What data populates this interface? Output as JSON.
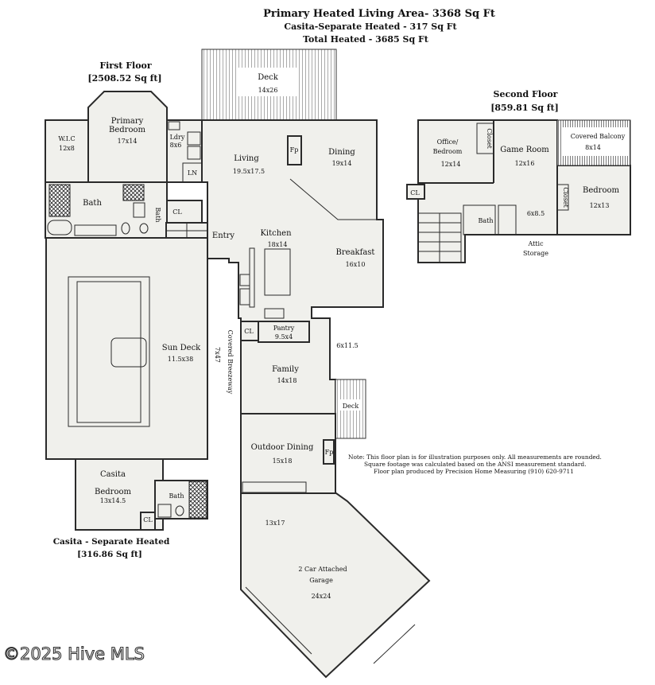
{
  "header": {
    "line1": "Primary Heated Living Area- 3368 Sq Ft",
    "line2": "Casita-Separate Heated - 317 Sq Ft",
    "line3": "Total Heated - 3685 Sq Ft"
  },
  "first_floor": {
    "title": "First Floor",
    "area": "[2508.52 Sq ft]"
  },
  "second_floor": {
    "title": "Second Floor",
    "area": "[859.81 Sq ft]"
  },
  "casita_section": {
    "title": "Casita - Separate Heated",
    "area": "[316.86 Sq ft]"
  },
  "rooms": {
    "deck_top": {
      "name": "Deck",
      "size": "14x26"
    },
    "wic": {
      "name": "W.I.C",
      "size": "12x8"
    },
    "primary_bedroom": {
      "name": "Primary\nBedroom",
      "name1": "Primary",
      "name2": "Bedroom",
      "size": "17x14"
    },
    "laundry": {
      "name": "Ldry",
      "size": "8x6"
    },
    "ln": {
      "name": "LN"
    },
    "living": {
      "name": "Living",
      "size": "19.5x17.5"
    },
    "fireplace_living": {
      "name": "Fp"
    },
    "dining": {
      "name": "Dining",
      "size": "19x14"
    },
    "bath_primary": {
      "name": "Bath"
    },
    "bath_small": {
      "name": "Bath"
    },
    "cl_first": {
      "name": "CL"
    },
    "entry": {
      "name": "Entry"
    },
    "kitchen": {
      "name": "Kitchen",
      "size": "18x14"
    },
    "breakfast": {
      "name": "Breakfast",
      "size": "16x10"
    },
    "sun_deck": {
      "name": "Sun Deck",
      "size": "11.5x38"
    },
    "breezeway": {
      "name": "Covered Breezeway",
      "size": "7x47"
    },
    "cl_pantry": {
      "name": "CL"
    },
    "pantry": {
      "name": "Pantry",
      "size": "9.5x4"
    },
    "hall": {
      "size": "6x11.5"
    },
    "family": {
      "name": "Family",
      "size": "14x18"
    },
    "deck_side": {
      "name": "Deck"
    },
    "outdoor_dining": {
      "name": "Outdoor Dining",
      "size": "15x18"
    },
    "fireplace_outdoor": {
      "name": "Fp"
    },
    "casita": {
      "name": "Casita"
    },
    "casita_bedroom": {
      "name": "Bedroom",
      "size": "13x14.5"
    },
    "casita_bath": {
      "name": "Bath"
    },
    "casita_cl": {
      "name": "CL"
    },
    "garage_apron": {
      "size": "13x17"
    },
    "garage": {
      "name1": "2 Car Attached",
      "name2": "Garage",
      "size": "24x24"
    },
    "office": {
      "name1": "Office/",
      "name2": "Bedroom",
      "size": "12x14"
    },
    "closet_office": {
      "name": "Closet"
    },
    "game_room": {
      "name": "Game Room",
      "size": "12x16"
    },
    "covered_balcony": {
      "name": "Covered Balcony",
      "size": "8x14"
    },
    "cl_second": {
      "name": "CL"
    },
    "bath_second": {
      "name": "Bath"
    },
    "hall_second": {
      "size": "6x8.5"
    },
    "closet_bedroom": {
      "name": "Closet"
    },
    "bedroom_second": {
      "name": "Bedroom",
      "size": "12x13"
    },
    "attic": {
      "name1": "Attic",
      "name2": "Storage"
    }
  },
  "note": {
    "line1": "Note: This floor plan is for illustration purposes only. All measurements are rounded.",
    "line2": "Square footage was calculated based on the ANSI measurement standard.",
    "line3": "Floor plan produced by Precision Home Measuring (910) 620-9711"
  },
  "watermark": "©2025 Hive MLS"
}
